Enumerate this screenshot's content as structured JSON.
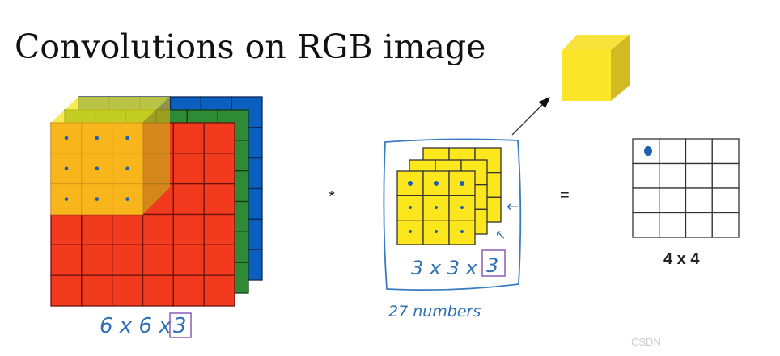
{
  "slide": {
    "title": "Convolutions on RGB image",
    "operator_convolve": "*",
    "operator_equals": "=",
    "input_dims": "6 x 6 x",
    "input_channels": "3",
    "filter_dims": "3 x 3 x",
    "filter_channels": "3",
    "filter_count_note": "27 numbers",
    "output_dims": "4 x 4",
    "watermark": "CSDN"
  },
  "colors": {
    "red": "#f23a1e",
    "green": "#2f8a35",
    "blue": "#0a5fbf",
    "yellow": "#fce61e",
    "orange_overlap": "#f9b51c",
    "ink_blue": "#2f6fb5",
    "ink_purple": "#8a5bb5"
  }
}
